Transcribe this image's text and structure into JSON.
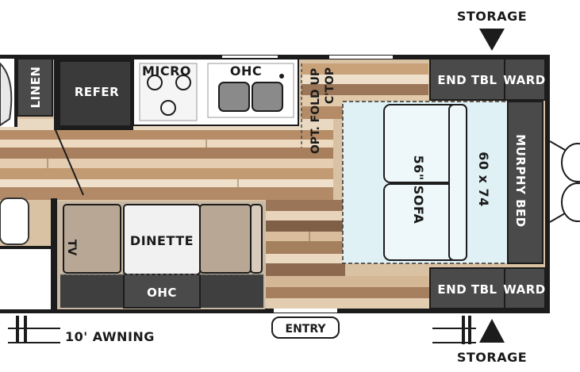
{
  "labels": {
    "storage_top": "STORAGE",
    "storage_bottom": "STORAGE",
    "linen": "LINEN",
    "refer": "REFER",
    "micro": "MICRO",
    "ohc_kitchen": "OHC",
    "opt_fold_up": "OPT. FOLD UP",
    "ctop": "C'TOP",
    "end_tbl_top": "END TBL",
    "ward_top": "WARD",
    "end_tbl_bottom": "END TBL",
    "ward_bottom": "WARD",
    "sofa": "56\" SOFA",
    "murphy_size": "60 x 74",
    "murphy_bed": "MURPHY BED",
    "tv": "TV",
    "dinette": "DINETTE",
    "ohc_dinette": "OHC",
    "entry": "ENTRY",
    "awning": "10' AWNING"
  },
  "colors": {
    "wall": "#1c1c1c",
    "cabinet": "#4a4a4a",
    "floor_light": "#e8d6bf",
    "floor_mid": "#c9a47c",
    "floor_dark": "#8a6a4c",
    "bed": "#dff1f5",
    "cushion": "#f1f1f1"
  }
}
